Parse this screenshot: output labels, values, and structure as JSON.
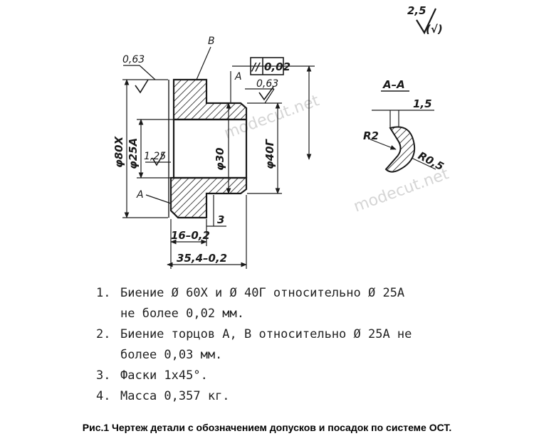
{
  "drawing": {
    "roughness_main": "2,5",
    "roughness_paren": "(√)",
    "surface_finish_1": "0,63",
    "surface_finish_2": "0,63",
    "surface_finish_3": "1,25",
    "datum_b": "B",
    "datum_a": "A",
    "datum_a_left": "A",
    "tolerance_symbol": "//",
    "tolerance_value": "0,02",
    "dims": {
      "d80x": "φ80X",
      "d25a": "φ25A",
      "d30": "φ30",
      "d40g": "φ40Г",
      "l3": "3",
      "l16": "16–0,2",
      "l35": "35,4–0,2"
    },
    "section": {
      "title": "A–A",
      "dim_15": "1,5",
      "r2": "R2",
      "r05": "R0,5"
    },
    "watermark": "modecut.net"
  },
  "notes": [
    {
      "num": "1.",
      "line1": "Биение Ø 60X и Ø 40Г относительно Ø 25A",
      "line2": "не более 0,02 мм."
    },
    {
      "num": "2.",
      "line1": "Биение торцов А, В относительно Ø 25A не",
      "line2": "более 0,03 мм."
    },
    {
      "num": "3.",
      "line1": "Фаски 1x45°.",
      "line2": ""
    },
    {
      "num": "4.",
      "line1": "Масса 0,357 кг.",
      "line2": ""
    }
  ],
  "caption": "Рис.1 Чертеж детали с обозначением допусков и посадок по системе ОСТ."
}
